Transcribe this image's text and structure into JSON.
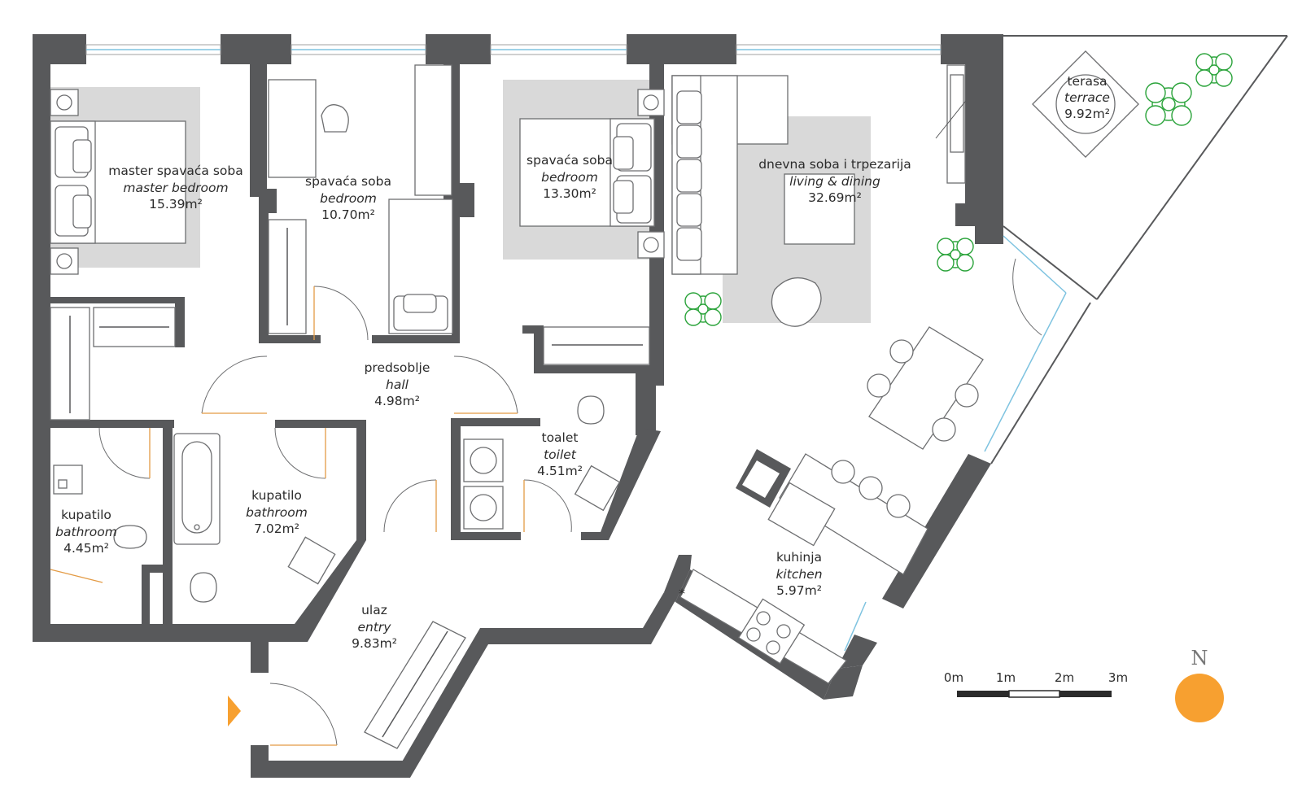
{
  "rooms": {
    "master_bedroom": {
      "local": "master spavaća soba",
      "english": "master bedroom",
      "area": "15.39m²"
    },
    "bedroom_1": {
      "local": "spavaća soba",
      "english": "bedroom",
      "area": "10.70m²"
    },
    "bedroom_2": {
      "local": "spavaća soba",
      "english": "bedroom",
      "area": "13.30m²"
    },
    "living_dining": {
      "local": "dnevna soba i trpezarija",
      "english": "living & dining",
      "area": "32.69m²"
    },
    "terrace": {
      "local": "terasa",
      "english": "terrace",
      "area": "9.92m²"
    },
    "hall": {
      "local": "predsoblje",
      "english": "hall",
      "area": "4.98m²"
    },
    "toilet": {
      "local": "toalet",
      "english": "toilet",
      "area": "4.51m²"
    },
    "bathroom_1": {
      "local": "kupatilo",
      "english": "bathroom",
      "area": "4.45m²"
    },
    "bathroom_2": {
      "local": "kupatilo",
      "english": "bathroom",
      "area": "7.02m²"
    },
    "kitchen": {
      "local": "kuhinja",
      "english": "kitchen",
      "area": "5.97m²"
    },
    "entry": {
      "local": "ulaz",
      "english": "entry",
      "area": "9.83m²"
    }
  },
  "scale_bar": {
    "ticks": [
      "0m",
      "1m",
      "2m",
      "3m"
    ]
  },
  "compass": {
    "label": "N",
    "color": "#f7a030"
  },
  "colors": {
    "wall": "#58595b",
    "rug": "#d9d9d9",
    "plant": "#2aa33a",
    "window": "#7ec3e0",
    "door_leaf": "#e39b45",
    "entry_marker": "#f7a030"
  },
  "icons": [
    "entry-arrow-icon",
    "compass-icon",
    "plant-icon",
    "toilet-icon",
    "sink-icon",
    "bathtub-icon",
    "stove-icon",
    "washing-machine-icon",
    "air-unit-icon"
  ]
}
